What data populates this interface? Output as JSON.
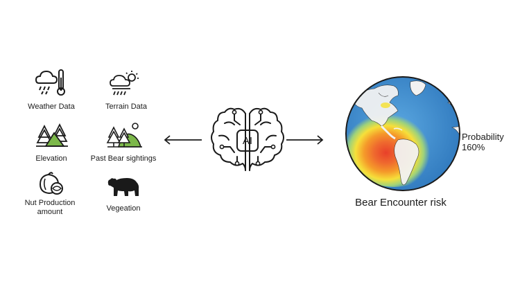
{
  "inputs": [
    {
      "id": "weather",
      "label": "Weather Data",
      "icon": "cloud-rain-thermometer-icon"
    },
    {
      "id": "terrain",
      "label": "Terrain Data",
      "icon": "sun-cloud-rain-icon"
    },
    {
      "id": "elevation",
      "label": "Elevation",
      "icon": "mountain-trees-icon"
    },
    {
      "id": "sightings",
      "label": "Past Bear sightings",
      "icon": "trees-hill-sun-icon"
    },
    {
      "id": "nut",
      "label": "Nut Production amount",
      "icon": "nut-icon"
    },
    {
      "id": "vegetation",
      "label": "Vegeation",
      "icon": "bear-icon"
    }
  ],
  "brain": {
    "label": "AI",
    "icon": "brain-icon"
  },
  "output": {
    "title": "Bear Encounter risk",
    "probability_label": "Probability",
    "probability_value": "160%",
    "icon": "globe-heatmap-icon"
  },
  "colors": {
    "ocean": "#3f8fd0",
    "land": "#f2f2f2",
    "heat_red": "#e8402a",
    "heat_orange": "#f59a2a",
    "heat_yellow": "#f6e03a",
    "heat_green": "#9fd27a",
    "accent_green": "#7cb84a"
  }
}
